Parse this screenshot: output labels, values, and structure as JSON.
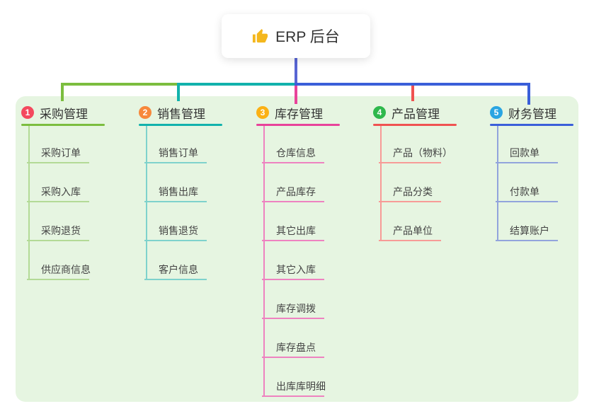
{
  "root": {
    "title": "ERP 后台",
    "icon": "thumbs-up-icon"
  },
  "colors": {
    "panel_bg": "#e6f5e1",
    "root_trunk": "#5865d3",
    "branch_label_text": "#333333",
    "child_label_text": "#444444"
  },
  "branches": [
    {
      "badge": "1",
      "label": "采购管理",
      "badge_color": "#f4495e",
      "line_color": "#7cbd3f",
      "child_line_color": "#b3da96",
      "children": [
        "采购订单",
        "采购入库",
        "采购退货",
        "供应商信息"
      ]
    },
    {
      "badge": "2",
      "label": "销售管理",
      "badge_color": "#f7883b",
      "line_color": "#12b2ac",
      "child_line_color": "#7fd2cc",
      "children": [
        "销售订单",
        "销售出库",
        "销售退货",
        "客户信息"
      ]
    },
    {
      "badge": "3",
      "label": "库存管理",
      "badge_color": "#fbb115",
      "line_color": "#e8439a",
      "child_line_color": "#ee82c0",
      "children": [
        "仓库信息",
        "产品库存",
        "其它出库",
        "其它入库",
        "库存调拨",
        "库存盘点",
        "出库库明细"
      ]
    },
    {
      "badge": "4",
      "label": "产品管理",
      "badge_color": "#2eb84c",
      "line_color": "#f05251",
      "child_line_color": "#f79b97",
      "children": [
        "产品（物料）",
        "产品分类",
        "产品单位"
      ]
    },
    {
      "badge": "5",
      "label": "财务管理",
      "badge_color": "#29a5e2",
      "line_color": "#3a5fd9",
      "child_line_color": "#92a4dc",
      "children": [
        "回款单",
        "付款单",
        "结算账户"
      ]
    }
  ]
}
